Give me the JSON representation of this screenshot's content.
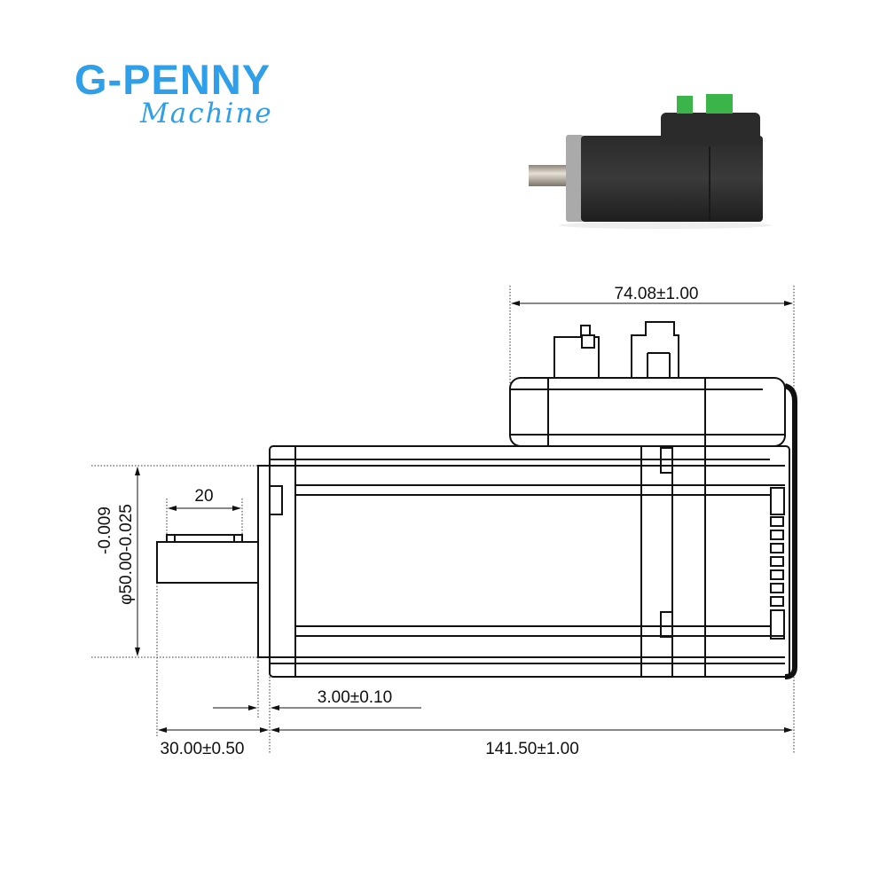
{
  "logo": {
    "brand": "G-PENNY",
    "sub": "Machine",
    "color": "#2e9fe8"
  },
  "dimensions": {
    "top_width": "74.08±1.00",
    "key_length": "20",
    "shaft_diameter_upper": "-0.009",
    "shaft_diameter": "φ50.00-0.025",
    "flange_step": "3.00±0.10",
    "shaft_length": "30.00±0.50",
    "body_length": "141.50±1.00"
  }
}
